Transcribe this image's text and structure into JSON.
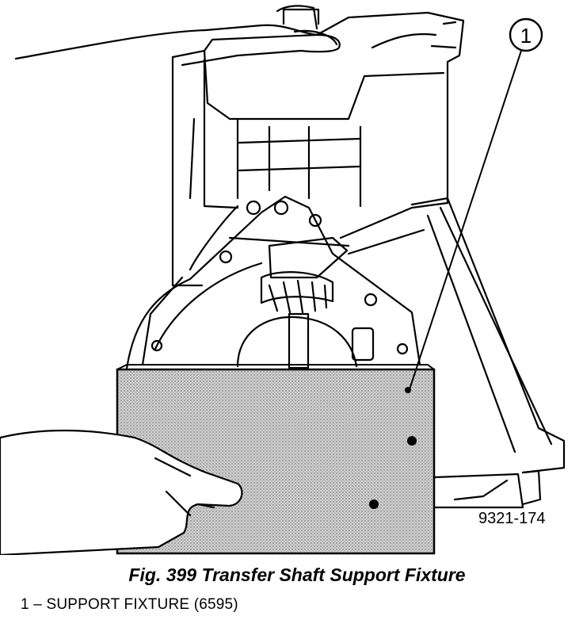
{
  "figure": {
    "callout_number": "1",
    "illustration_id": "9321-174",
    "caption": "Fig. 399 Transfer Shaft Support Fixture",
    "legend": [
      {
        "number": "1",
        "separator": " – ",
        "label": "SUPPORT FIXTURE (6595)"
      }
    ]
  },
  "colors": {
    "ink": "#000000",
    "paper": "#ffffff",
    "fixture_fill": "#c8c8c8"
  }
}
